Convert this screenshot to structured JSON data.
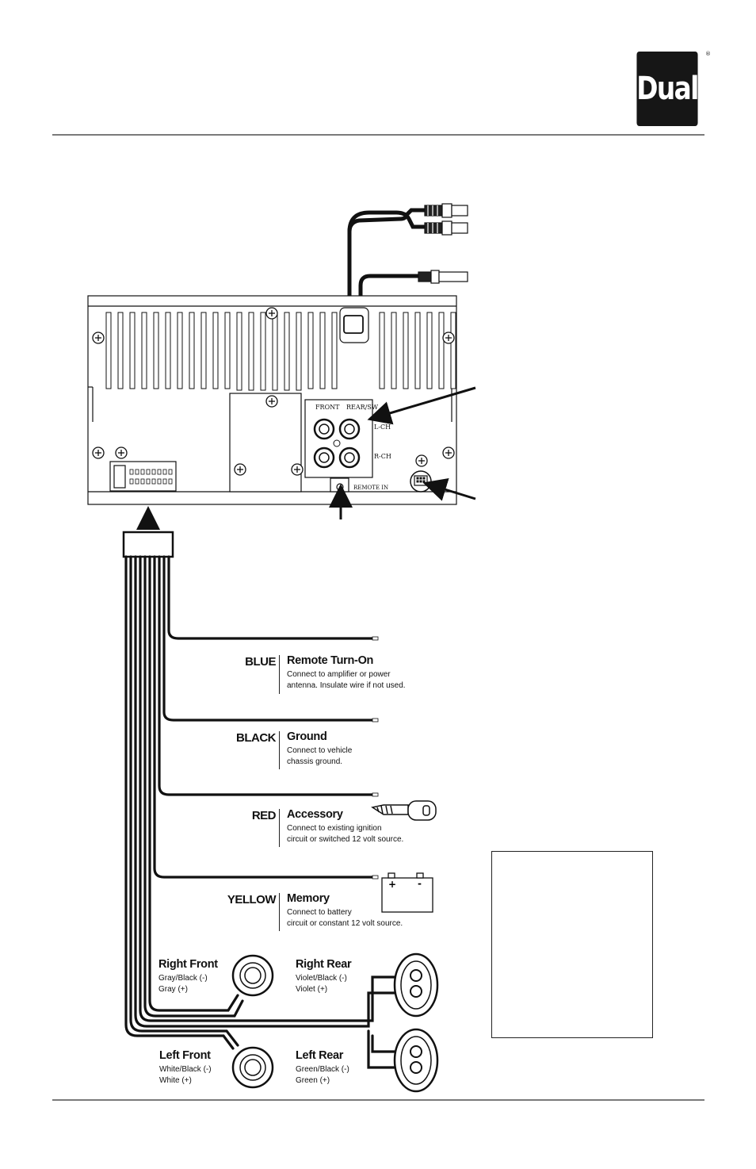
{
  "brand": {
    "logo_text": "Dual",
    "registered_mark": "®"
  },
  "head_unit": {
    "front_label": "FRONT",
    "rear_label": "REAR/SW",
    "lch_label": "L-CH",
    "rch_label": "R-CH",
    "remote_in_label": "REMOTE IN"
  },
  "wires": [
    {
      "color": "BLUE",
      "title": "Remote Turn-On",
      "desc1": "Connect to amplifier or power",
      "desc2": "antenna. Insulate wire if not used."
    },
    {
      "color": "BLACK",
      "title": "Ground",
      "desc1": "Connect to vehicle",
      "desc2": "chassis ground."
    },
    {
      "color": "RED",
      "title": "Accessory",
      "desc1": "Connect to existing ignition",
      "desc2": "circuit or switched 12 volt source."
    },
    {
      "color": "YELLOW",
      "title": "Memory",
      "desc1": "Connect to battery",
      "desc2": "circuit or constant 12 volt source."
    }
  ],
  "battery": {
    "plus": "+",
    "minus": "-"
  },
  "speakers": {
    "right_front": {
      "title": "Right Front",
      "neg": "Gray/Black (-)",
      "pos": "Gray (+)"
    },
    "right_rear": {
      "title": "Right Rear",
      "neg": "Violet/Black (-)",
      "pos": "Violet (+)"
    },
    "left_front": {
      "title": "Left Front",
      "neg": "White/Black (-)",
      "pos": "White (+)"
    },
    "left_rear": {
      "title": "Left Rear",
      "neg": "Green/Black (-)",
      "pos": "Green (+)"
    }
  }
}
